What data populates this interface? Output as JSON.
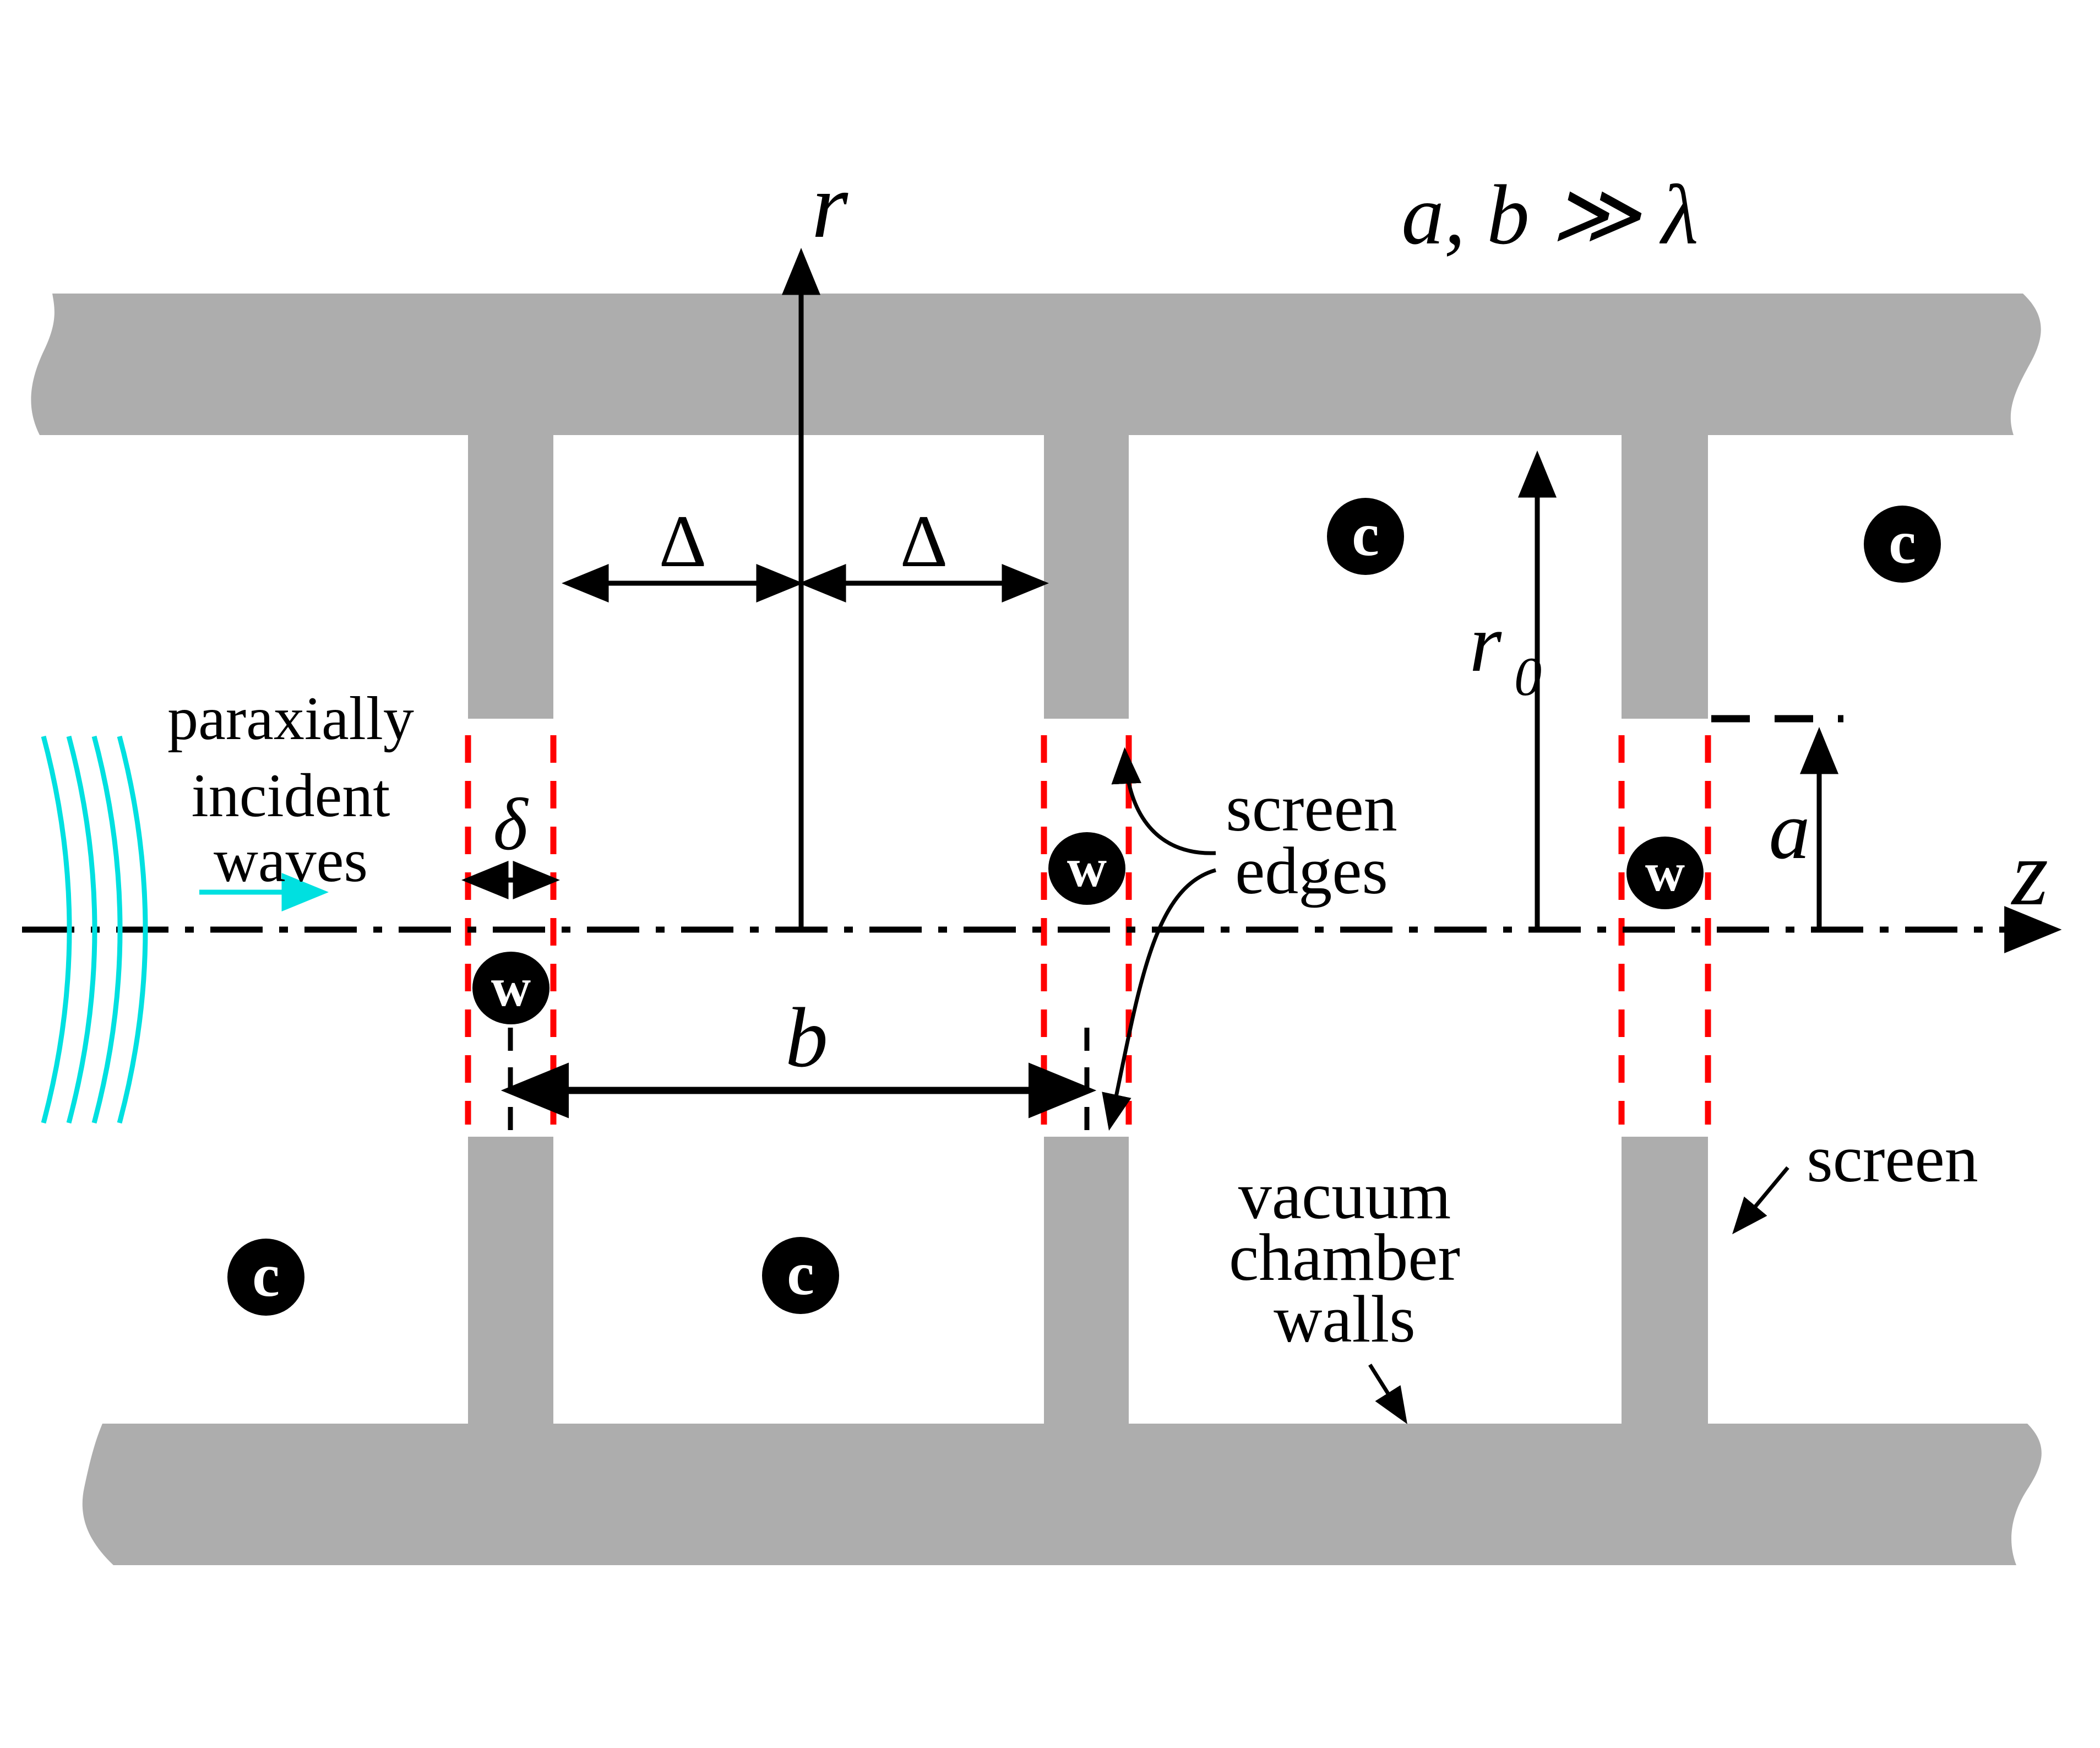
{
  "diagram": {
    "condition": "a, b ≫ λ",
    "axes": {
      "r_label": "r",
      "z_label": "z"
    },
    "incident_waves": {
      "line1": "paraxially",
      "line2": "incident",
      "line3": "waves"
    },
    "dimensions": {
      "half_period": "Δ",
      "screen_thickness": "δ",
      "structure_period": "b",
      "iris_radius": "a",
      "chamber_radius_base": "r",
      "chamber_radius_sub": "0"
    },
    "labels": {
      "screen_edges_line1": "screen",
      "screen_edges_line2": "edges",
      "screen": "screen",
      "walls_line1": "vacuum",
      "walls_line2": "chamber",
      "walls_line3": "walls"
    },
    "region_markers": {
      "chamber_wall": "c",
      "wave_zone": "w"
    },
    "colors": {
      "wall_gray": "#adadad",
      "screen_edge_red": "#ff0000",
      "wave_cyan": "#00e0e0",
      "ink": "#000000"
    }
  }
}
